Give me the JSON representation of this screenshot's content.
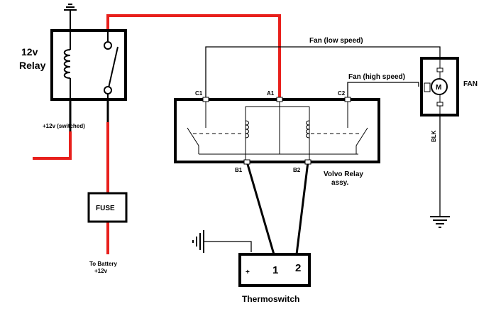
{
  "labels": {
    "relay_title_line1": "12v",
    "relay_title_line2": "Relay",
    "switched": "+12v (switched)",
    "fuse": "FUSE",
    "battery_line1": "To Battery",
    "battery_line2": "+12v",
    "fan_low": "Fan (low speed)",
    "fan_high": "Fan (high speed)",
    "fan": "FAN",
    "motor_symbol": "M",
    "blk": "BLK",
    "c1": "C1",
    "a1": "A1",
    "c2": "C2",
    "b1": "B1",
    "b2": "B2",
    "volvo_line1": "Volvo Relay",
    "volvo_line2": "assy.",
    "thermo_plus": "+",
    "thermo_1": "1",
    "thermo_2": "2",
    "thermoswitch": "Thermoswitch"
  },
  "colors": {
    "wire_power": "#e8201c",
    "wire_signal": "#000000",
    "background": "#ffffff"
  }
}
